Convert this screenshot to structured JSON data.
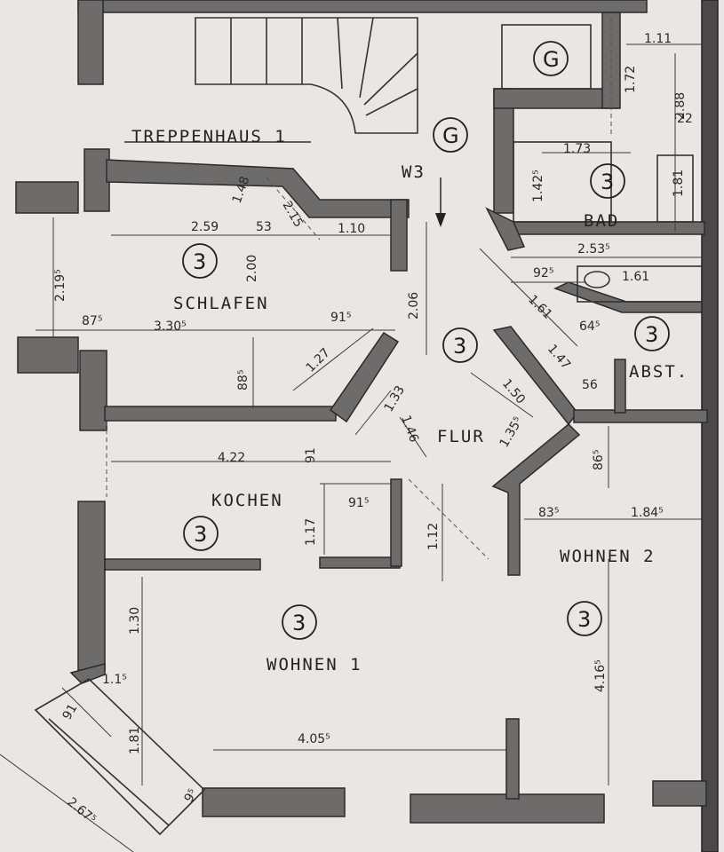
{
  "rooms": {
    "treppenhaus": "TREPPENHAUS 1",
    "schlafen": "SCHLAFEN",
    "bad": "BAD",
    "abst": "ABST.",
    "flur": "FLUR",
    "kochen": "KOCHEN",
    "wohnen1": "WOHNEN 1",
    "wohnen2": "WOHNEN 2",
    "w3": "W3"
  },
  "markers": {
    "g": "G",
    "three": "3"
  },
  "dimensions": {
    "d_259": "2.59",
    "d_53": "53",
    "d_110": "1.10",
    "d_200": "2.00",
    "d_2195": "2.19⁵",
    "d_875": "87⁵",
    "d_3305": "3.30⁵",
    "d_206": "2.06",
    "d_915a": "91⁵",
    "d_127": "1.27",
    "d_885": "88⁵",
    "d_133": "1.33",
    "d_146": "1.46",
    "d_422": "4.22",
    "d_91": "91",
    "d_915b": "91⁵",
    "d_117": "1.17",
    "d_112": "1.12",
    "d_130": "1.30",
    "d_115": "1.1⁵",
    "d_91c": "91",
    "d_181": "1.81",
    "d_4055": "4.05⁵",
    "d_2675": "2.67⁵",
    "d_95": "9⁵",
    "d_111": "1.11",
    "d_172": "1.72",
    "d_288": "2.88",
    "d_22": "22",
    "d_173": "1.73",
    "d_1425": "1.42⁵",
    "d_181b": "1.81",
    "d_2535": "2.53⁵",
    "d_925": "92⁵",
    "d_161a": "1.61",
    "d_161b": "1.61",
    "d_645": "64⁵",
    "d_147": "1.47",
    "d_150": "1.50",
    "d_1355": "1.35⁵",
    "d_56": "56",
    "d_865": "86⁵",
    "d_835": "83⁵",
    "d_1845": "1.84⁵",
    "d_4165": "4.16⁵",
    "d_215": "2.15",
    "d_148": "1.48"
  }
}
